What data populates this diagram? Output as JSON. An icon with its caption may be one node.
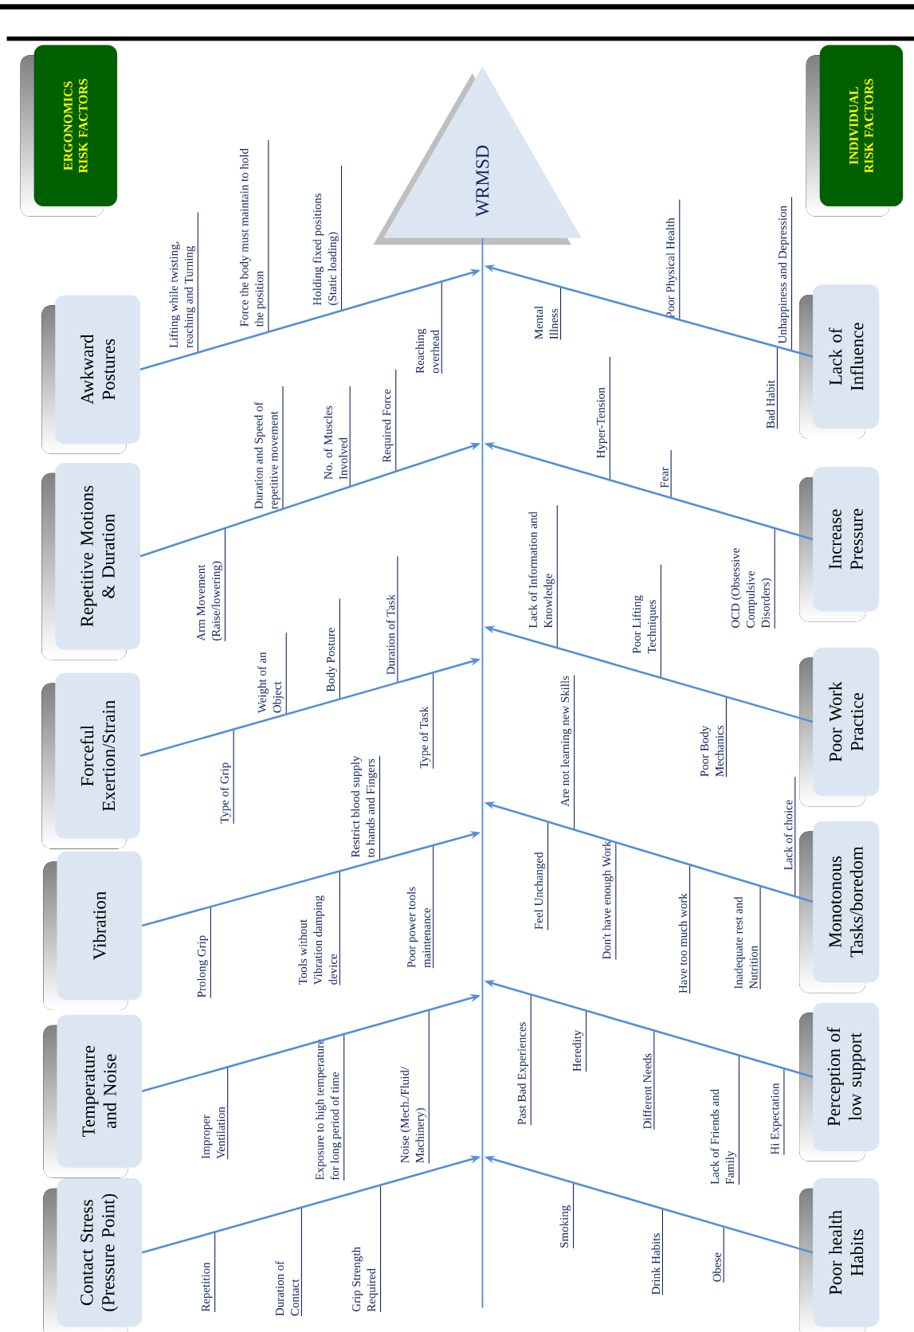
{
  "diagram": {
    "nodes": [
      {
        "text": [
          "ERGONOMICS RISK FACTORS"
        ]
      },
      {
        "text": [
          "INDIVIDUAL RISK FACTORS"
        ]
      },
      {
        "text": [
          "WRMSD"
        ]
      },
      {
        "text": [
          "Awkward Postures"
        ]
      },
      {
        "text": [
          "Repetitive Motions & Duration"
        ]
      },
      {
        "text": [
          "Forceful Exertion/Strain"
        ]
      },
      {
        "text": [
          "Vibration"
        ]
      },
      {
        "text": [
          "Temperature and Noise"
        ]
      },
      {
        "text": [
          "Contact Stress (Pressure Point)"
        ]
      },
      {
        "text": [
          "Lack of Influence"
        ]
      },
      {
        "text": [
          "Increase Pressure"
        ]
      },
      {
        "text": [
          "Poor Work Practice"
        ]
      },
      {
        "text": [
          "Monotonous Tasks/boredom"
        ]
      },
      {
        "text": [
          "Perception of low support"
        ]
      },
      {
        "text": [
          "Poor health Habits"
        ]
      }
    ],
    "edges": [
      {
        "from": 3,
        "to": null,
        "arrow": "to"
      },
      {
        "from": 4,
        "to": null,
        "arrow": "to"
      },
      {
        "from": 5,
        "to": null,
        "arrow": "to"
      },
      {
        "from": 6,
        "to": null,
        "arrow": "to"
      },
      {
        "from": 7,
        "to": null,
        "arrow": "to"
      },
      {
        "from": 8,
        "to": null,
        "arrow": "to"
      },
      {
        "from": 9,
        "to": null,
        "arrow": "to"
      },
      {
        "from": 10,
        "to": null,
        "arrow": "to"
      },
      {
        "from": 11,
        "to": null,
        "arrow": "to"
      },
      {
        "from": 12,
        "to": null,
        "arrow": "to"
      },
      {
        "from": 13,
        "to": null,
        "arrow": "to"
      },
      {
        "from": 14,
        "to": null,
        "arrow": "to"
      },
      {
        "from": null,
        "to": 2,
        "arrow": "none"
      }
    ],
    "labels": [
      "Lifting while twisting, reaching and Turning",
      "Force the body must maintain to hold the position",
      "Holding fixed positions (Static loading)",
      "Reaching overhead",
      "Duration and Speed of repetitive movement",
      "No. of Muscles Involved",
      "Required Force",
      "Arm Movement (Raise/lowering)",
      "Weight of an Object",
      "Body Posture",
      "Duration of Task",
      "Type of Grip",
      "Type of Task",
      "Restrict blood supply to hands and Fingers",
      "Prolong Grip",
      "Tools without Vibration damping device",
      "Poor power tools maintenance",
      "Improper Ventilation",
      "Exposure to high temperature for long period of time",
      "Noise (Mech./Fluid/ Machinery)",
      "Repetition",
      "Duration of Contact",
      "Grip Strength Required",
      "Mental Illness",
      "Poor Physical Health",
      "Unhappiness and Depression",
      "Bad Habit",
      "Hyper-Tension",
      "Fear",
      "OCD (Obsessive Compulsive Disorders)",
      "Lack of Information and Knowledge",
      "Poor Lifting Techniques",
      "Poor Body Mechanics",
      "Are not learning new Skills",
      "Lack of choice",
      "Feel Unchanged",
      "Don't have enough Work",
      "Have too much work",
      "Inadequate rest and Nutrition",
      "Past Bad Experiences",
      "Heredity",
      "Different Needs",
      "Lack of Friends and Family",
      "Hi Expectation",
      "Smoking",
      "Drink Habits",
      "Obese"
    ]
  }
}
